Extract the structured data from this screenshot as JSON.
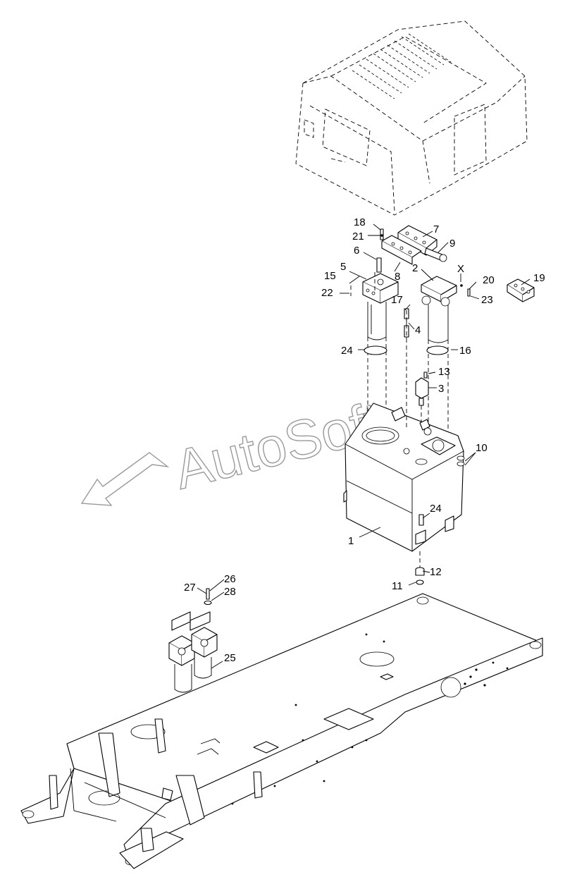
{
  "watermark": {
    "text": "AutoSoft"
  },
  "callouts": [
    "1",
    "2",
    "3",
    "4",
    "5",
    "6",
    "7",
    "8",
    "9",
    "10",
    "11",
    "12",
    "13",
    "15",
    "16",
    "17",
    "18",
    "19",
    "20",
    "21",
    "22",
    "23",
    "24",
    "24",
    "25",
    "26",
    "27",
    "28",
    "X"
  ],
  "colors": {
    "line": "#000000",
    "watermark": "#9a9a9a",
    "background": "#ffffff"
  }
}
